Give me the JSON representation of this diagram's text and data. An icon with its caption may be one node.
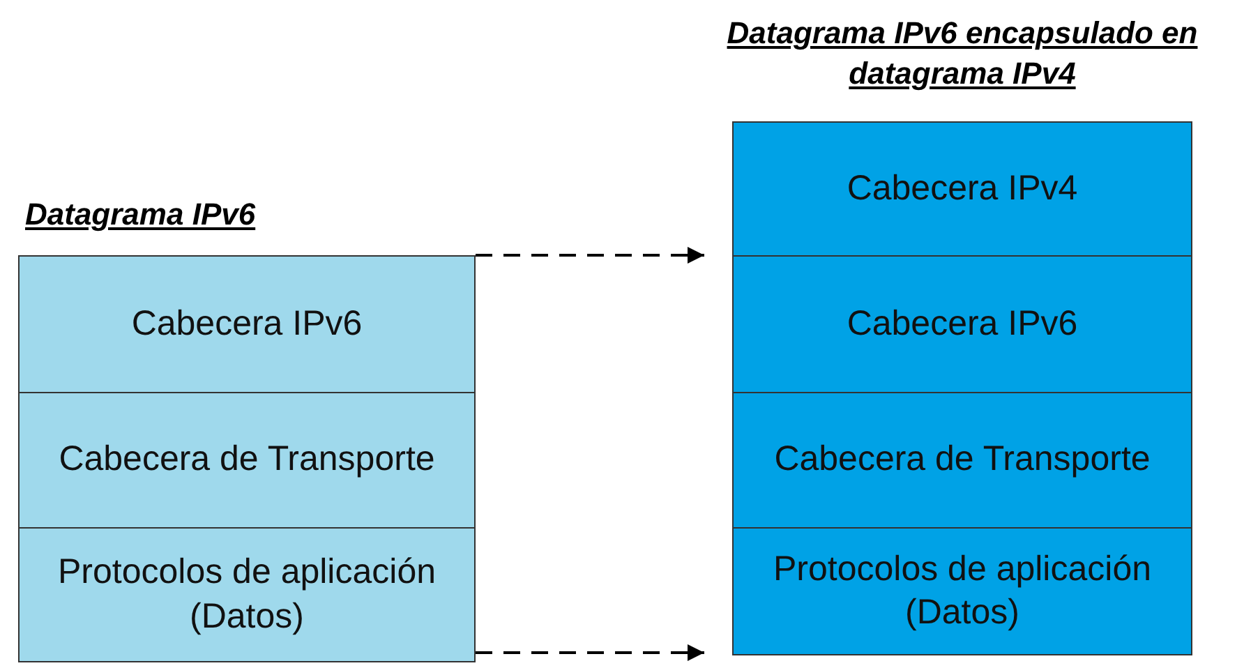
{
  "diagram": {
    "nodes": [
      {
        "text": [
          "Datagrama IPv6"
        ]
      },
      {
        "text": [
          "Cabecera IPv6"
        ],
        "in": 0
      },
      {
        "text": [
          "Cabecera de Transporte"
        ],
        "in": 0
      },
      {
        "text": [
          "Protocolos de aplicación (Datos)"
        ],
        "in": 0
      },
      {
        "text": [
          "Datagrama IPv6 encapsulado en datagrama IPv4"
        ]
      },
      {
        "text": [
          "Cabecera IPv4"
        ],
        "in": 4
      },
      {
        "text": [
          "Cabecera IPv6"
        ],
        "in": 4
      },
      {
        "text": [
          "Cabecera de Transporte"
        ],
        "in": 4
      },
      {
        "text": [
          "Protocolos de aplicación (Datos)"
        ],
        "in": 4
      }
    ],
    "edges": [
      {
        "from": 0,
        "to": 4,
        "arrow": "to",
        "style": "dashed"
      },
      {
        "from": 0,
        "to": 4,
        "arrow": "to",
        "style": "dashed"
      }
    ]
  }
}
